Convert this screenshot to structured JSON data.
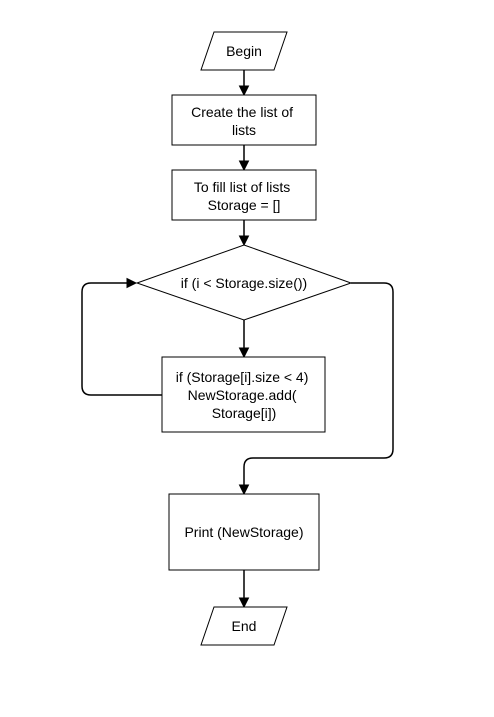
{
  "diagram": {
    "nodes": {
      "begin": {
        "shape": "parallelogram",
        "lines": [
          "Begin"
        ]
      },
      "create_list": {
        "shape": "rectangle",
        "lines": [
          "Create the list of",
          "lists"
        ]
      },
      "fill_list": {
        "shape": "rectangle",
        "lines": [
          "To fill list of lists",
          "Storage = []"
        ]
      },
      "loop_condition": {
        "shape": "diamond",
        "lines": [
          "if (i < Storage.size())"
        ]
      },
      "add_if_short": {
        "shape": "rectangle",
        "lines": [
          "if (Storage[i].size < 4)",
          "NewStorage.add(",
          "Storage[i])"
        ]
      },
      "print": {
        "shape": "rectangle",
        "lines": [
          "Print (NewStorage)"
        ]
      },
      "end": {
        "shape": "parallelogram",
        "lines": [
          "End"
        ]
      }
    },
    "edges": [
      {
        "from": "begin",
        "to": "create_list"
      },
      {
        "from": "create_list",
        "to": "fill_list"
      },
      {
        "from": "fill_list",
        "to": "loop_condition"
      },
      {
        "from": "loop_condition",
        "to": "add_if_short"
      },
      {
        "from": "add_if_short",
        "to": "loop_condition"
      },
      {
        "from": "loop_condition",
        "to": "print"
      },
      {
        "from": "print",
        "to": "end"
      }
    ],
    "colors": {
      "stroke": "#000000",
      "fill": "#ffffff",
      "text": "#000000"
    }
  }
}
